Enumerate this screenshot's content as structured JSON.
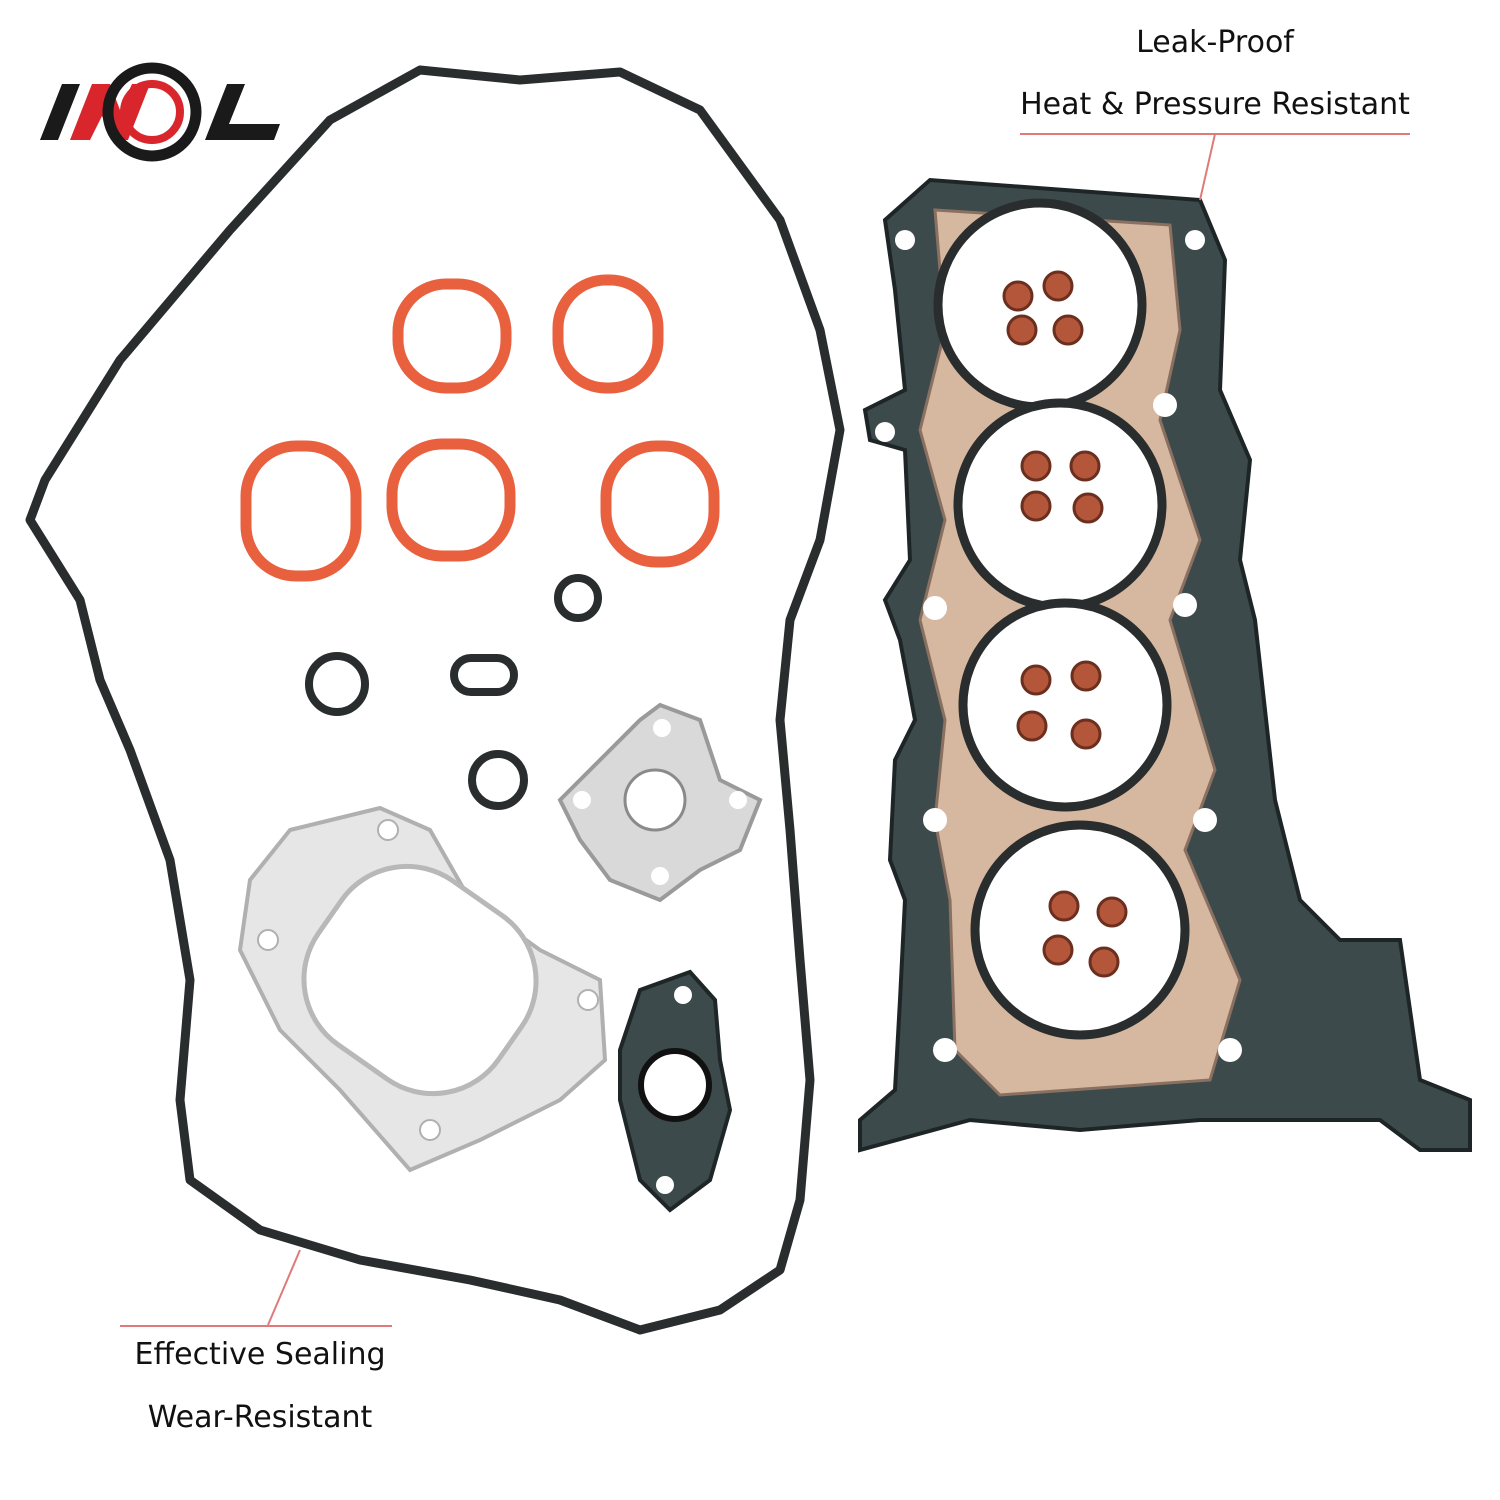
{
  "brand": {
    "logo_text": "IMDL",
    "colors": {
      "dark": "#1a1a1a",
      "red": "#d8262c"
    }
  },
  "callouts": {
    "top_right": [
      "Leak-Proof",
      "Heat & Pressure Resistant"
    ],
    "bottom_left": [
      "Effective Sealing",
      "Wear-Resistant"
    ]
  },
  "colors": {
    "background": "#ffffff",
    "head_gasket_body": "#3d4a4c",
    "head_gasket_layer": "#d6b8a0",
    "intake_gasket": "#e8603e",
    "valve_seal": "#b4563a",
    "exhaust_gasket": "#e6e6e6",
    "rubber_seal": "#2a2d2e",
    "callout_line": "#e07a7a"
  }
}
